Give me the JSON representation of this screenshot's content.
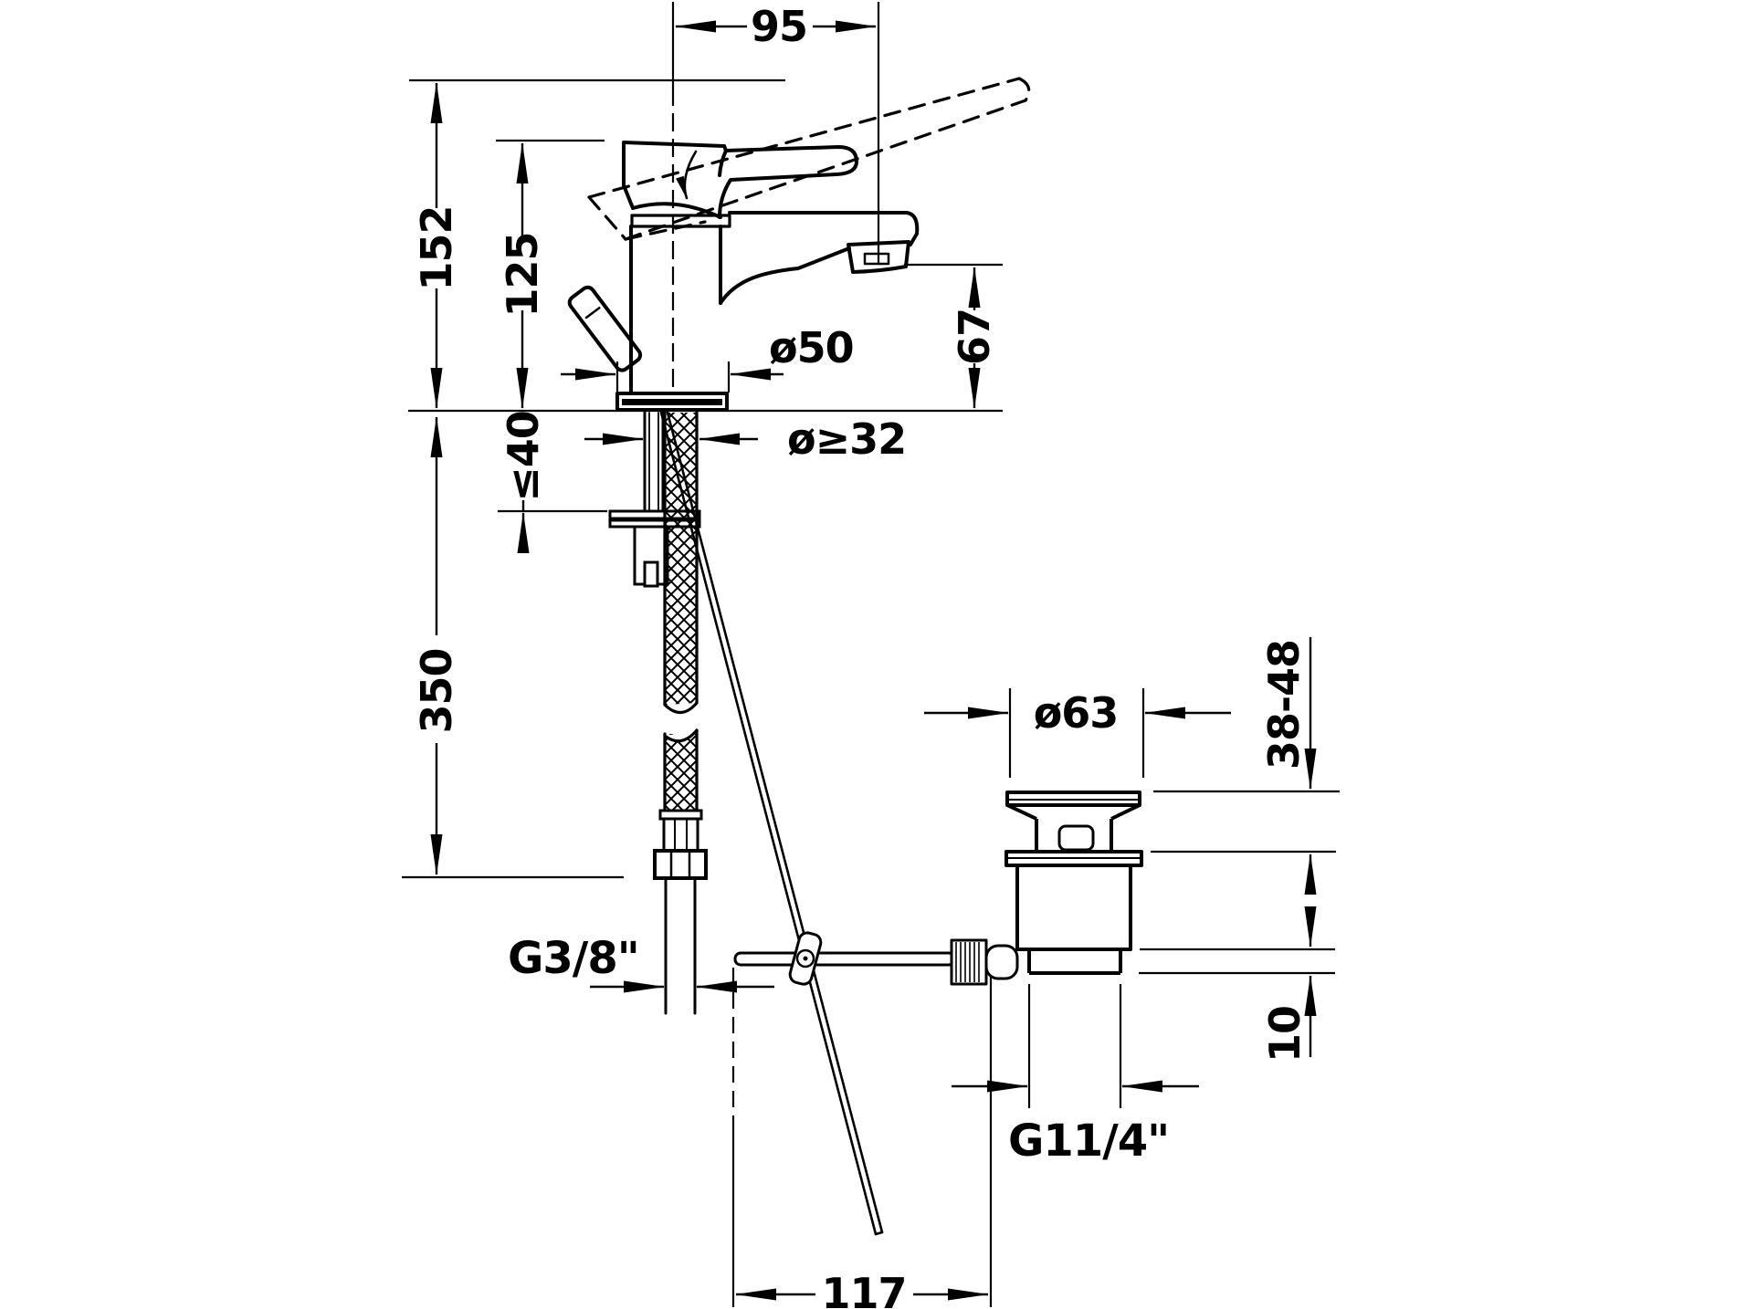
{
  "canvas": {
    "background": "#ffffff",
    "line_color": "#000000"
  },
  "dimensions": {
    "spout_reach": "95",
    "overall_height": "152",
    "body_height": "125",
    "outlet_height": "67",
    "base_diameter": "ø50",
    "min_hole_diameter": "ø≥32",
    "max_deck_thickness": "≤40",
    "hose_length": "350",
    "supply_thread": "G3/8\"",
    "waste_flange_diameter": "ø63",
    "clamp_range": "38-48",
    "tailpiece_projection": "10",
    "waste_thread": "G11/4\"",
    "rod_offset": "117"
  }
}
